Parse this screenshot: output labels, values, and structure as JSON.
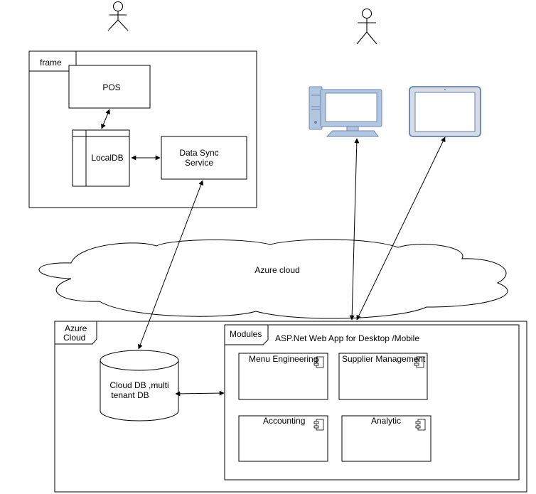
{
  "frame": {
    "title": "frame",
    "pos": "POS",
    "localdb": "LocalDB",
    "sync_line1": "Data Sync",
    "sync_line2": "Service"
  },
  "cloud": {
    "label": "Azure cloud"
  },
  "azure": {
    "title_line1": "Azure",
    "title_line2": "Cloud",
    "db_line1": "Cloud DB ,multi",
    "db_line2": "tenant DB"
  },
  "modules": {
    "title": "Modules",
    "app_label": "ASP.Net Web App for Desktop /Mobile",
    "components": [
      {
        "label": "Menu Engineering"
      },
      {
        "label": "Supplier Management"
      },
      {
        "label": "Accounting"
      },
      {
        "label": "Analytic"
      }
    ]
  },
  "colors": {
    "stroke": "#000000",
    "device_fill": "#b3c6e0",
    "device_stroke": "#6c87b2",
    "screen_fill": "#ffffff",
    "tablet_fill": "#d7dce3",
    "tablet_stroke": "#5f84b8"
  },
  "icons": [
    "actor-icon",
    "actor-icon",
    "desktop-computer-icon",
    "tablet-icon",
    "component-icon"
  ]
}
